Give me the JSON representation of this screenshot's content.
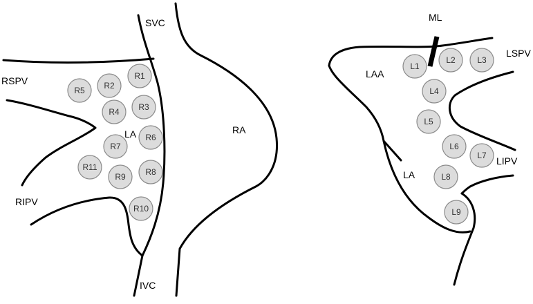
{
  "labels": {
    "svc": "SVC",
    "ivc": "IVC",
    "ra": "RA",
    "la_right": "LA",
    "rspv": "RSPV",
    "ripv": "RIPV",
    "ml": "ML",
    "laa": "LAA",
    "lspv": "LSPV",
    "lipv": "LIPV",
    "la_left": "LA"
  },
  "right_sites": [
    {
      "id": "R1",
      "label": "R1"
    },
    {
      "id": "R2",
      "label": "R2"
    },
    {
      "id": "R3",
      "label": "R3"
    },
    {
      "id": "R4",
      "label": "R4"
    },
    {
      "id": "R5",
      "label": "R5"
    },
    {
      "id": "R6",
      "label": "R6"
    },
    {
      "id": "R7",
      "label": "R7"
    },
    {
      "id": "R8",
      "label": "R8"
    },
    {
      "id": "R9",
      "label": "R9"
    },
    {
      "id": "R10",
      "label": "R10"
    },
    {
      "id": "R11",
      "label": "R11"
    }
  ],
  "left_sites": [
    {
      "id": "L1",
      "label": "L1"
    },
    {
      "id": "L2",
      "label": "L2"
    },
    {
      "id": "L3",
      "label": "L3"
    },
    {
      "id": "L4",
      "label": "L4"
    },
    {
      "id": "L5",
      "label": "L5"
    },
    {
      "id": "L6",
      "label": "L6"
    },
    {
      "id": "L7",
      "label": "L7"
    },
    {
      "id": "L8",
      "label": "L8"
    },
    {
      "id": "L9",
      "label": "L9"
    }
  ]
}
